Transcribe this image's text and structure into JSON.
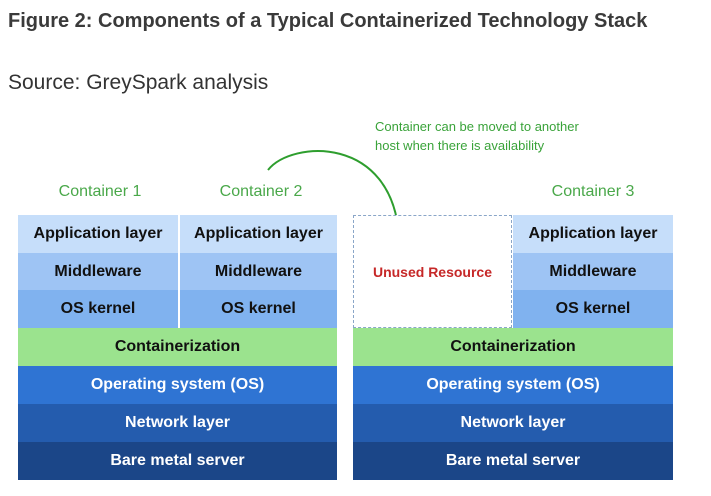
{
  "figure": {
    "title": "Figure 2: Components of a Typical Containerized Technology Stack",
    "source": "Source: GreySpark analysis"
  },
  "annotation": {
    "line1": "Container can be moved to another",
    "line2": "host when there is availability",
    "color": "#3aa33a"
  },
  "containers": {
    "c1": "Container 1",
    "c2": "Container 2",
    "c3": "Container 3"
  },
  "layers": {
    "application": "Application layer",
    "middleware": "Middleware",
    "os_kernel": "OS kernel",
    "containerization": "Containerization",
    "operating_system": "Operating system (OS)",
    "network": "Network layer",
    "bare_metal": "Bare metal server",
    "unused": "Unused Resource"
  },
  "colors": {
    "application": "#c6defa",
    "middleware": "#9ec4f4",
    "os_kernel": "#80b2ef",
    "containerization": "#9be38e",
    "operating_system": "#2f74d3",
    "network": "#245cae",
    "bare_metal": "#1b4688",
    "unused_text": "#c62828"
  }
}
